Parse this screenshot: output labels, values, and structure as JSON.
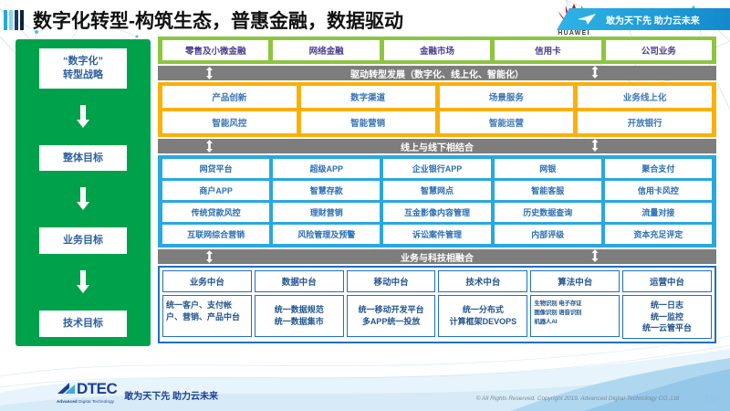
{
  "header": {
    "title": "数字化转型-构筑生态，普惠金融，数据驱动",
    "brand": "HUAWEI",
    "ribbon_text": "敢为天下先 助力云未来"
  },
  "strategy": {
    "items": [
      {
        "label": "“数字化”\n转型战略"
      },
      {
        "label": "整体目标"
      },
      {
        "label": "业务目标"
      },
      {
        "label": "技术目标"
      }
    ],
    "line1": "“数字化”",
    "line2": "转型战略",
    "item2": "整体目标",
    "item3": "业务目标",
    "item4": "技术目标"
  },
  "business_lines": {
    "items": [
      "零售及小微金融",
      "网络金融",
      "金融市场",
      "信用卡",
      "公司业务"
    ]
  },
  "connectors": {
    "drive": "驱动转型发展（数字化、线上化、智能化）",
    "online_offline": "线上与线下相结合",
    "biz_tech": "业务与科技相融合"
  },
  "transformation": {
    "row1": [
      "产品创新",
      "数字渠道",
      "场景服务",
      "业务线上化"
    ],
    "row2": [
      "智能风控",
      "智能营销",
      "智能运营",
      "开放银行"
    ]
  },
  "online_offline": {
    "row1": [
      "网贷平台",
      "超级APP",
      "企业银行APP",
      "网银",
      "聚合支付"
    ],
    "row2": [
      "商户APP",
      "智慧存款",
      "智慧网点",
      "智能客服",
      "信用卡风控"
    ],
    "row3": [
      "传统贷款风控",
      "理财营销",
      "互金影像内容管理",
      "历史数据查询",
      "流量对接"
    ],
    "row4": [
      "互联网综合营销",
      "风险管理及预警",
      "诉讼案件管理",
      "内部评级",
      "资本充足评定"
    ]
  },
  "platforms": {
    "columns": [
      {
        "head": "业务中台",
        "lines": [
          "统一客户、支付帐户、营销、产品中台"
        ],
        "style": "left"
      },
      {
        "head": "数据中台",
        "lines": [
          "统一数据规范",
          "统一数据集市"
        ],
        "style": "center"
      },
      {
        "head": "移动中台",
        "lines": [
          "统一移动开发平台",
          "多APP统一投放"
        ],
        "style": "center"
      },
      {
        "head": "技术中台",
        "lines": [
          "统一分布式",
          "计算框架DEVOPS"
        ],
        "style": "center"
      },
      {
        "head": "算法中台",
        "lines": [
          "生物识别 电子存证",
          "图像识别 语音识别",
          "机器人AI"
        ],
        "style": "tiny"
      },
      {
        "head": "运营中台",
        "lines": [
          "统一日志",
          "统一监控",
          "统一云管平台"
        ],
        "style": "center"
      }
    ]
  },
  "footer": {
    "logo_name": "DTEC",
    "logo_sub_bold": "Advanced",
    "logo_sub_rest": " Digital Technology",
    "slogan": "敢为天下先  助力云未来",
    "copyright": "© All Rights Reserved. Copyright 2019. Advanced Digital Technology CO.,Ltd",
    "page_number": "10"
  },
  "colors": {
    "green_dark": "#00a14b",
    "green_light": "#8cc63f",
    "orange": "#fab00a",
    "blue": "#29a8e0",
    "blue_dark": "#1f6fc4",
    "gray": "#7d7d7d",
    "huawei_red": "#cf0a2c"
  }
}
